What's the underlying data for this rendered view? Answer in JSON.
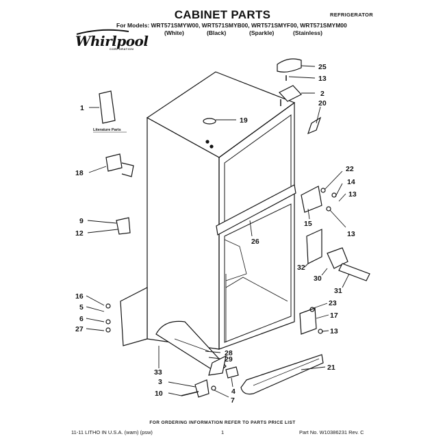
{
  "header": {
    "title": "CABINET PARTS",
    "category": "REFRIGERATOR",
    "models": "For Models: WRT571SMYW00, WRT571SMYB00, WRT571SMYF00, WRT571SMYM00",
    "variants": [
      "(White)",
      "(Black)",
      "(Sparkle)",
      "(Stainless)"
    ],
    "brand": "Whirlpool",
    "brand_sub": "CORPORATION"
  },
  "diagram": {
    "literature_label": "Literature Parts",
    "callouts": [
      "25",
      "13",
      "2",
      "20",
      "1",
      "19",
      "18",
      "22",
      "14",
      "13",
      "9",
      "12",
      "15",
      "13",
      "26",
      "32",
      "30",
      "31",
      "16",
      "5",
      "6",
      "27",
      "23",
      "17",
      "13",
      "28",
      "29",
      "21",
      "33",
      "3",
      "10",
      "4",
      "7"
    ]
  },
  "footer": {
    "ordering_note": "FOR ORDERING INFORMATION REFER TO PARTS PRICE LIST",
    "litho": "11-11 LITHO IN U.S.A. (wam) (psw)",
    "page": "1",
    "part_no": "Part No. W10386231 Rev. C"
  }
}
